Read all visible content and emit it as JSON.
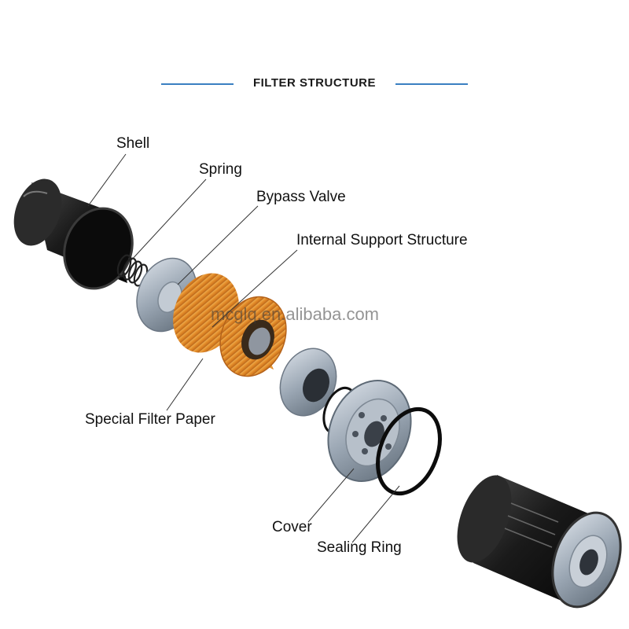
{
  "title": "FILTER STRUCTURE",
  "labels": {
    "shell": "Shell",
    "spring": "Spring",
    "bypass_valve": "Bypass Valve",
    "internal_support": "Internal Support Structure",
    "filter_paper": "Special Filter Paper",
    "cover": "Cover",
    "sealing_ring": "Sealing Ring"
  },
  "watermark": "mcglq.en.alibaba.com",
  "colors": {
    "title_rule": "#3a7fc1",
    "shell": "#141414",
    "filter_paper": "#e89a3a",
    "metal": "#9aa6b3"
  }
}
